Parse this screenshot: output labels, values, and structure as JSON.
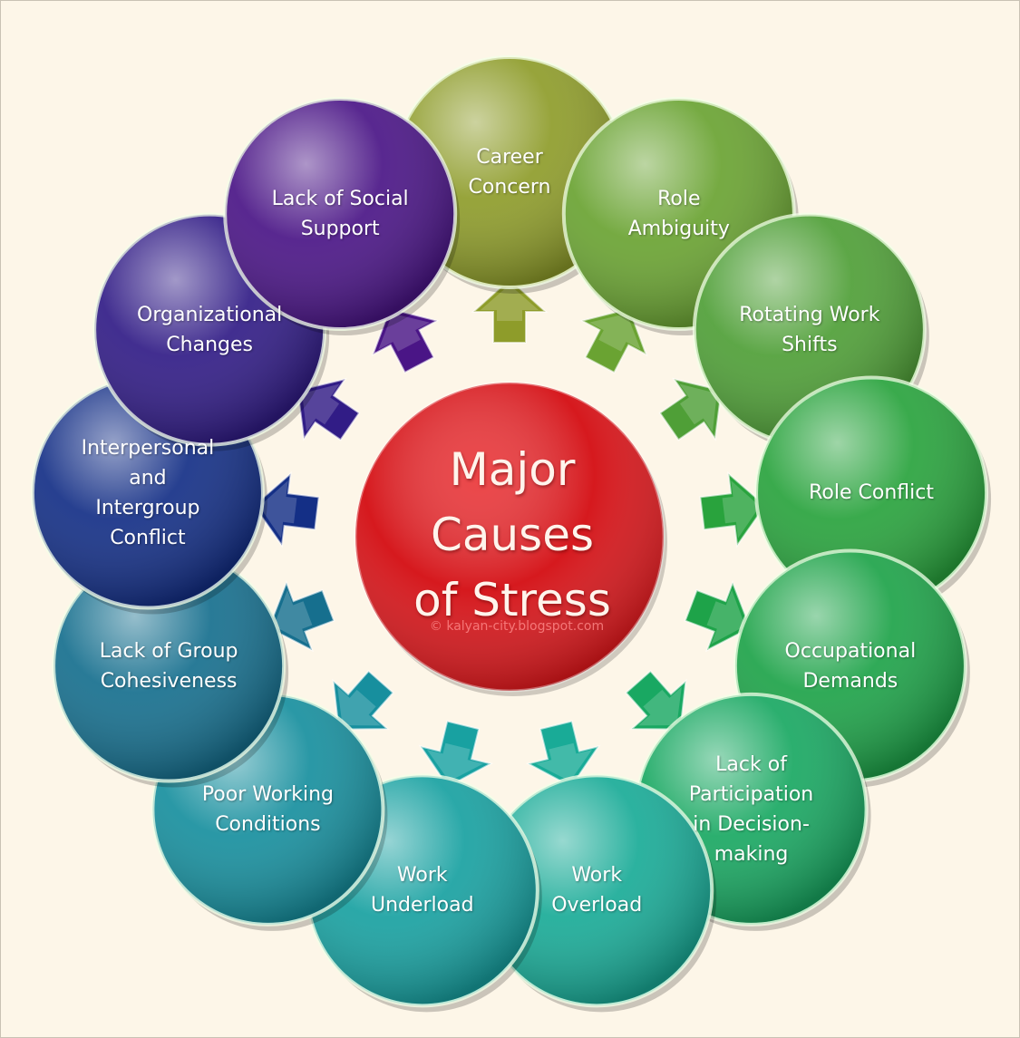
{
  "diagram": {
    "center": {
      "title": "Major\nCauses\nof Stress",
      "watermark": "© kalyan-city.blogspot.com",
      "color": "#d40d12"
    },
    "nodes": [
      {
        "label": "Career\nConcern",
        "color": "#8e9c2a"
      },
      {
        "label": "Role\nAmbiguity",
        "color": "#6aa332"
      },
      {
        "label": "Rotating Work\nShifts",
        "color": "#4f9f37"
      },
      {
        "label": "Role Conflict",
        "color": "#29a33d"
      },
      {
        "label": "Occupational\nDemands",
        "color": "#1ea349"
      },
      {
        "label": "Lack of\nParticipation\nin Decision-\nmaking",
        "color": "#19a862"
      },
      {
        "label": "Work\nOverload",
        "color": "#19ab97"
      },
      {
        "label": "Work\nUnderload",
        "color": "#18a1a1"
      },
      {
        "label": "Poor Working\nConditions",
        "color": "#178f9e"
      },
      {
        "label": "Lack of Group\nCohesiveness",
        "color": "#166f8e"
      },
      {
        "label": "Interpersonal\nand\nIntergroup\nConflict",
        "color": "#142f86"
      },
      {
        "label": "Organizational\nChanges",
        "color": "#311c86"
      },
      {
        "label": "Lack of Social\nSupport",
        "color": "#4a1586"
      }
    ]
  }
}
